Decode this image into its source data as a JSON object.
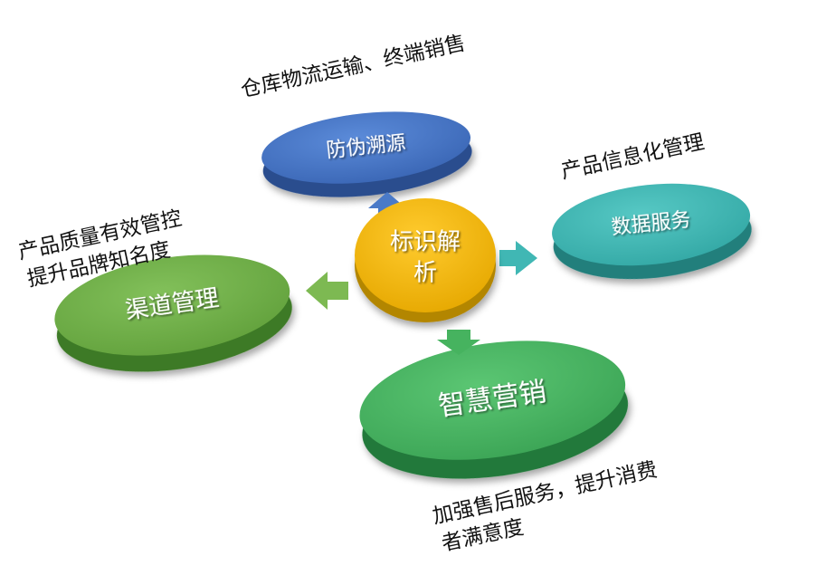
{
  "center": {
    "label_line1": "标识解",
    "label_line2": "析",
    "color": "#F2B600"
  },
  "nodes": {
    "traceability": {
      "label": "防伪溯源",
      "caption_line1": "仓库物流运输、终端销售",
      "color": "#4472C4"
    },
    "data_service": {
      "label": "数据服务",
      "caption_line1": "产品信息化管理",
      "color": "#3DB5B2"
    },
    "channel": {
      "label": "渠道管理",
      "caption_line1": "产品质量有效管控",
      "caption_line2": "提升品牌知名度",
      "color": "#6FAE45"
    },
    "marketing": {
      "label": "智慧营销",
      "caption_line1": "加强售后服务，提升消费",
      "caption_line2": "者满意度",
      "color": "#46B35F"
    }
  }
}
